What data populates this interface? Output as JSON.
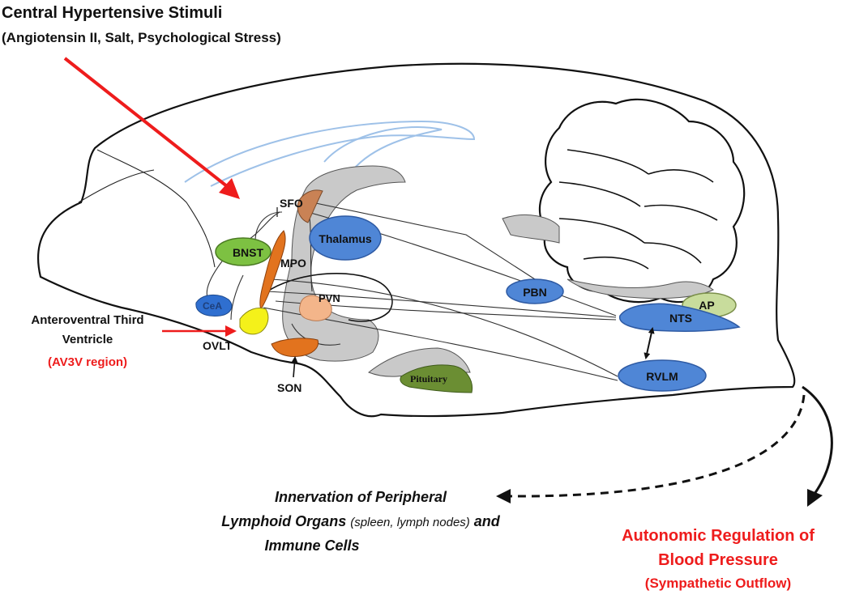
{
  "title": {
    "line1": "Central Hypertensive Stimuli",
    "line2": "(Angiotensin II, Salt, Psychological Stress)"
  },
  "regions": {
    "sfo": "SFO",
    "thalamus": "Thalamus",
    "bnst": "BNST",
    "mpo": "MPO",
    "pvn": "PVN",
    "cea": "CeA",
    "ovlt": "OVLT",
    "son": "SON",
    "pituitary": "Pituitary",
    "pbn": "PBN",
    "ap": "AP",
    "nts": "NTS",
    "rvlm": "RVLM"
  },
  "av3v": {
    "line1": "Anteroventral Third",
    "line2": "Ventricle",
    "region": "(AV3V region)"
  },
  "innervation": {
    "line1": "Innervation of Peripheral",
    "line2_a": "Lymphoid Organs ",
    "line2_b": "(spleen, lymph nodes)",
    "line2_c": " and",
    "line3": "Immune Cells"
  },
  "autonomic": {
    "line1": "Autonomic Regulation of",
    "line2": "Blood Pressure",
    "line3": "(Sympathetic  Outflow)"
  },
  "colors": {
    "red": "#ee1c1c",
    "blue_region": "#4f86d6",
    "green_region": "#7dc142",
    "orange_region": "#e2731e",
    "peach_region": "#f3b58a",
    "yellow_region": "#f4f11a",
    "olive_region": "#6b8e33",
    "light_green_region": "#c8dc9c",
    "brown_region": "#c98255",
    "gray_ventricle": "#c9c9c9"
  }
}
